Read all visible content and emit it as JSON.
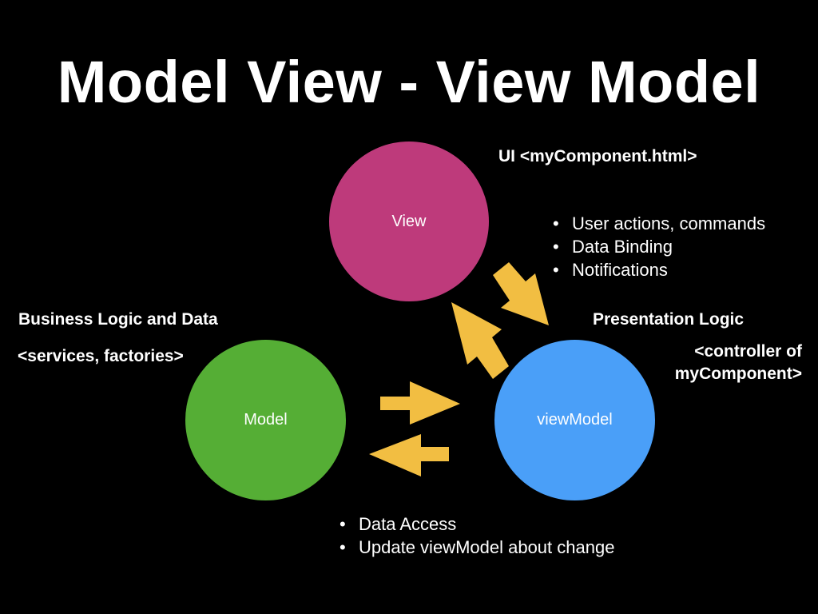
{
  "title": "Model View - View Model",
  "nodes": {
    "view": {
      "label": "View",
      "color": "#BE3A7B"
    },
    "model": {
      "label": "Model",
      "color": "#55AE35"
    },
    "view_model": {
      "label": "viewModel",
      "color": "#4A9FF8"
    }
  },
  "annotations": {
    "ui": "UI <myComponent.html>",
    "business": "Business Logic and Data",
    "services": "<services, factories>",
    "presentation": "Presentation Logic",
    "controller_line1": "<controller of",
    "controller_line2": "myComponent>"
  },
  "view_vm_bullets": [
    "User actions, commands",
    "Data Binding",
    "Notifications"
  ],
  "model_vm_bullets": [
    "Data Access",
    "Update viewModel about change"
  ],
  "arrow_color": "#F2BE42"
}
